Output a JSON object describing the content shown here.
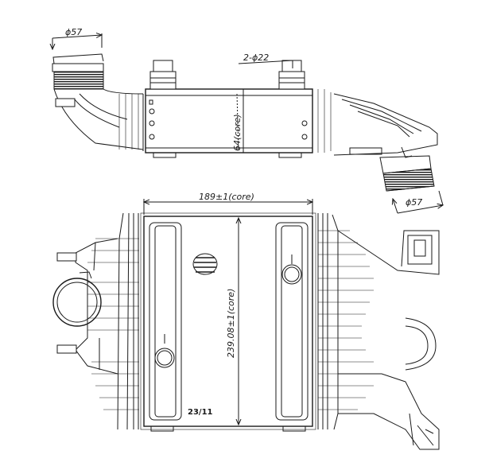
{
  "dimensions": {
    "inlet_diameter": "ϕ57",
    "outlet_diameter": "ϕ57",
    "mount_holes": "2-ϕ22",
    "core_depth": "64(core)",
    "core_width": "189±1(core)",
    "core_height": "239.08±1(core)"
  },
  "part_label": "23/11"
}
